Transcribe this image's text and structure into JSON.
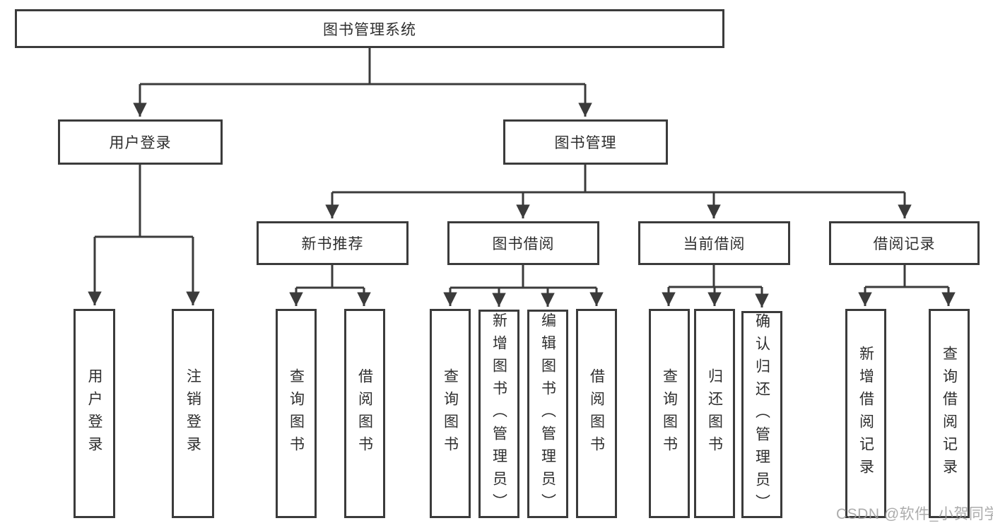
{
  "diagram_title": "图书管理系统",
  "nodes": {
    "root": {
      "label": "图书管理系统"
    },
    "user_login": {
      "label": "用户登录"
    },
    "book_mgmt": {
      "label": "图书管理"
    },
    "new_book_rec": {
      "label": "新书推荐"
    },
    "book_borrow": {
      "label": "图书借阅"
    },
    "current_borrow": {
      "label": "当前借阅"
    },
    "borrow_records": {
      "label": "借阅记录"
    },
    "leaf_user_login": {
      "label": "用户登录"
    },
    "leaf_logout": {
      "label": "注销登录"
    },
    "leaf_query_book_rec": {
      "label": "查询图书"
    },
    "leaf_borrow_book_rec": {
      "label": "借阅图书"
    },
    "leaf_query_book_borrow": {
      "label": "查询图书"
    },
    "leaf_add_book": {
      "label": "新增图书（管理员）"
    },
    "leaf_edit_book": {
      "label": "编辑图书（管理员）"
    },
    "leaf_borrow_book_borrow": {
      "label": "借阅图书"
    },
    "leaf_query_book_current": {
      "label": "查询图书"
    },
    "leaf_return_book": {
      "label": "归还图书"
    },
    "leaf_confirm_return": {
      "label": "确认归还（管理员）"
    },
    "leaf_add_record": {
      "label": "新增借阅记录"
    },
    "leaf_query_record": {
      "label": "查询借阅记录"
    }
  },
  "hierarchy": {
    "图书管理系统": {
      "用户登录": [
        "用户登录",
        "注销登录"
      ],
      "图书管理": {
        "新书推荐": [
          "查询图书",
          "借阅图书"
        ],
        "图书借阅": [
          "查询图书",
          "新增图书（管理员）",
          "编辑图书（管理员）",
          "借阅图书"
        ],
        "当前借阅": [
          "查询图书",
          "归还图书",
          "确认归还（管理员）"
        ],
        "借阅记录": [
          "新增借阅记录",
          "查询借阅记录"
        ]
      }
    }
  },
  "watermark": {
    "text": "CSDN @软件_小贺同学"
  },
  "colors": {
    "line": "#3b3b3b",
    "background": "#ffffff",
    "text": "#2e2e2e",
    "watermark": "#9e9e9e"
  }
}
